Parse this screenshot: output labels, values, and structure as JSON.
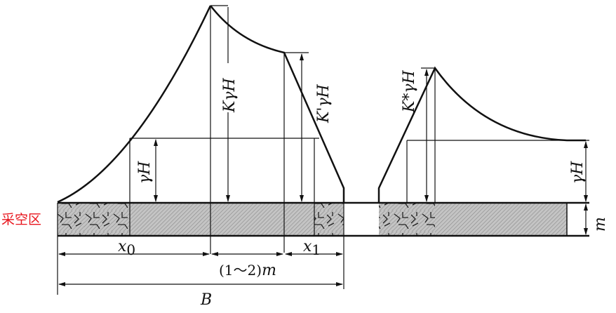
{
  "labels": {
    "goaf": "采空区",
    "gamma_h_left": "γH",
    "k_gamma_h": "KγH",
    "k_prime_gamma_h": "K'γH",
    "k_star_gamma_h": "K*γH",
    "gamma_h_right": "γH",
    "m": "m",
    "x0": "x",
    "x0_sub": "0",
    "x1": "x",
    "x1_sub": "1",
    "range": "(1～2)",
    "range_m": "m",
    "B": "B"
  },
  "colors": {
    "goaf_label": "#e8141c",
    "seam": "#b9b9b9",
    "line": "#111111"
  }
}
